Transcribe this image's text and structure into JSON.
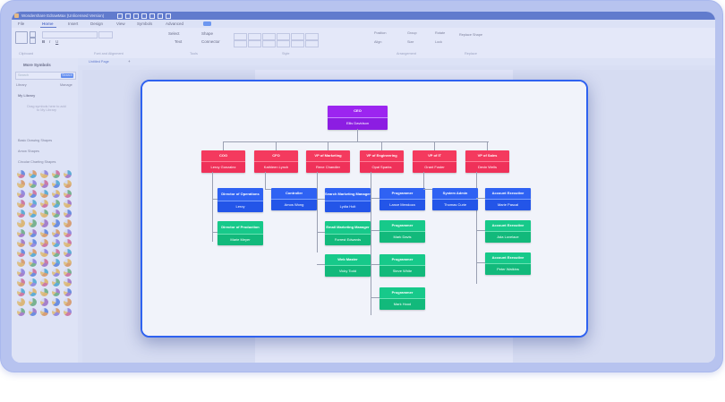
{
  "title_bar": {
    "doc_title": "Wondershare EdrawMax (Unlicensed Version)"
  },
  "menu_tabs": [
    "File",
    "Home",
    "Insert",
    "Design",
    "View",
    "Symbols",
    "Advanced"
  ],
  "active_tab": "Home",
  "ribbon": {
    "groups": [
      "Clipboard",
      "Font and Alignment",
      "Tools",
      "Style",
      "Arrangement",
      "Replace"
    ],
    "tools": {
      "select": "Select",
      "shape": "Shape",
      "text": "Text",
      "connector": "Connector"
    },
    "arrange": {
      "position": "Position",
      "group": "Group",
      "rotate": "Rotate",
      "align": "Align",
      "size": "Size",
      "lock": "Lock"
    },
    "replace": "Replace Shape"
  },
  "left_panel": {
    "title": "More Symbols",
    "search_placeholder": "Search",
    "search_button": "Search",
    "library_label": "Library",
    "manage_label": "Manage",
    "my_library": "My Library",
    "empty_hint": "Drag symbols here to add to My Library",
    "categories": [
      "Basic Drawing Shapes",
      "Arrow Shapes",
      "Circular Charting Shapes"
    ]
  },
  "doc_tab": "Untitled Page",
  "symbol_colors": [
    "#3f6fd8",
    "#e98a2e",
    "#7f6cd6",
    "#d9507a",
    "#2ca0c8",
    "#f2b134",
    "#54a85a",
    "#9b59b6"
  ],
  "org_chart": {
    "ceo": {
      "title": "CEO",
      "name": "Ellis Davidson"
    },
    "executives": [
      {
        "title": "COO",
        "name": "Leroy Gonzalez"
      },
      {
        "title": "CFO",
        "name": "Kathleen Lynch"
      },
      {
        "title": "VP of Marketing",
        "name": "Rene Chandler"
      },
      {
        "title": "VP of Engineering",
        "name": "Opal Sparks"
      },
      {
        "title": "VP of IT",
        "name": "Grant Foster"
      },
      {
        "title": "VP of Sales",
        "name": "Devin Wells"
      }
    ],
    "coo_reports": [
      {
        "title": "Director of Operations",
        "name": "Leroy"
      },
      {
        "title": "Director of Production",
        "name": "Marie Meyer"
      }
    ],
    "cfo_reports": [
      {
        "title": "Controller",
        "name": "Amos Wong"
      }
    ],
    "marketing_reports": [
      {
        "title": "Search Marketing Manager",
        "name": "Lydia Holt"
      },
      {
        "title": "Email Marketing Manager",
        "name": "Forrest Edwards"
      },
      {
        "title": "Web Master",
        "name": "Vicky Todd"
      }
    ],
    "engineering_reports": [
      {
        "title": "Programmer",
        "name": "Lance Mendoza"
      },
      {
        "title": "Programmer",
        "name": "Mark Davis"
      },
      {
        "title": "Programmer",
        "name": "Steve White"
      },
      {
        "title": "Programmer",
        "name": "Mark Hood"
      }
    ],
    "it_reports": [
      {
        "title": "System Admin",
        "name": "Thomas Curie"
      }
    ],
    "sales_reports": [
      {
        "title": "Account Executive",
        "name": "Marie Pascal"
      },
      {
        "title": "Account Executive",
        "name": "Ada Lovelace"
      },
      {
        "title": "Account Executive",
        "name": "Peter Watkins"
      }
    ]
  }
}
